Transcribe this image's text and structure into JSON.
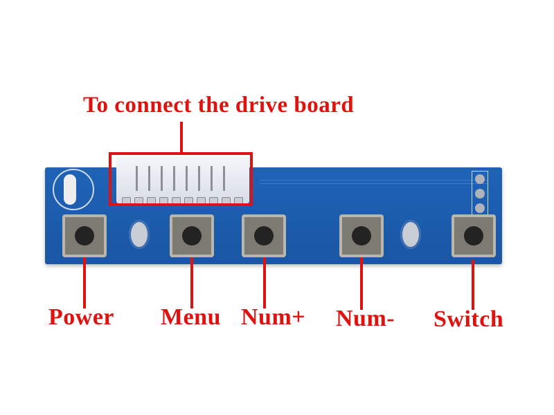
{
  "title": "To connect the drive board",
  "buttons": [
    {
      "label": "Power"
    },
    {
      "label": "Menu"
    },
    {
      "label": "Num+"
    },
    {
      "label": "Num-"
    },
    {
      "label": "Switch"
    }
  ],
  "colors": {
    "annotation": "#e0120f",
    "pcb": "#1f63b8"
  }
}
